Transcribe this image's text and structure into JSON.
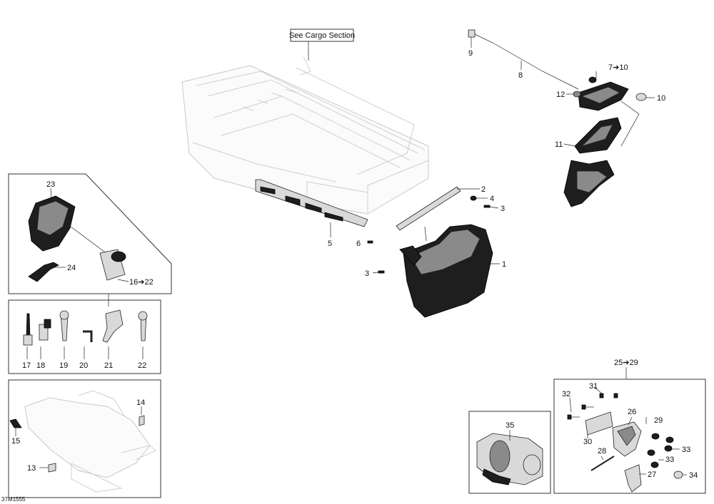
{
  "diagram": {
    "drawing_ref": "37M1555",
    "see_section_label": "See Cargo Section",
    "callouts": {
      "c1": "1",
      "c2": "2",
      "c3a": "3",
      "c3b": "3",
      "c4": "4",
      "c5": "5",
      "c6": "6",
      "c7_10": "7➔10",
      "c8": "8",
      "c9": "9",
      "c10": "10",
      "c11": "11",
      "c12": "12",
      "c13": "13",
      "c14": "14",
      "c15": "15",
      "c16_22": "16➔22",
      "c17": "17",
      "c18": "18",
      "c19": "19",
      "c20": "20",
      "c21": "21",
      "c22": "22",
      "c23": "23",
      "c24": "24",
      "c25_29": "25➔29",
      "c26": "26",
      "c27": "27",
      "c28": "28",
      "c29": "29",
      "c30": "30",
      "c31": "31",
      "c32": "32",
      "c33a": "33",
      "c33b": "33",
      "c34": "34",
      "c35": "35"
    }
  }
}
